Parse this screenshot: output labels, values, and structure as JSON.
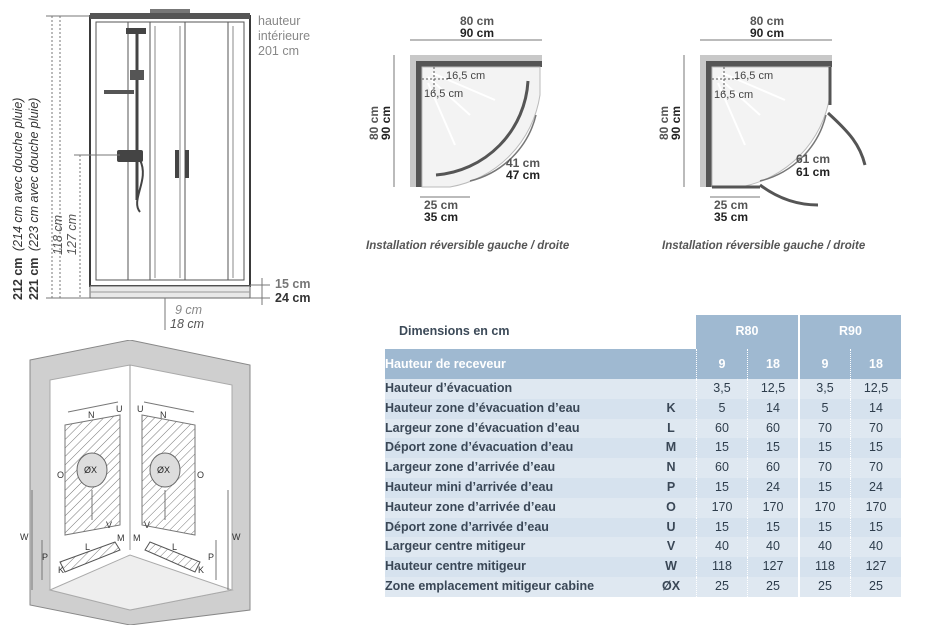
{
  "cabin": {
    "hauteur_label": [
      "hauteur",
      "intérieure",
      "201 cm"
    ],
    "height_a": "212 cm (214 cm avec douche pluie)",
    "height_a_main": "212 cm",
    "height_a_sub": "(214 cm avec douche pluie)",
    "height_b_main": "221 cm",
    "height_b_sub": "(223 cm avec douche pluie)",
    "mixer_h_a": "118 cm",
    "mixer_h_b": "127 cm",
    "tray_h_a": "15 cm",
    "tray_h_b": "24 cm",
    "base_a": "9 cm",
    "base_b": "18 cm"
  },
  "plan_left": {
    "top_a": "80 cm",
    "top_b": "90 cm",
    "side_a": "80 cm",
    "side_b": "90 cm",
    "inner_a": "16,5 cm",
    "inner_b": "16,5 cm",
    "diag_a": "41 cm",
    "diag_b": "47 cm",
    "bottom_a": "25 cm",
    "bottom_b": "35 cm",
    "caption": "Installation réversible gauche / droite"
  },
  "plan_right": {
    "top_a": "80 cm",
    "top_b": "90 cm",
    "side_a": "80 cm",
    "side_b": "90 cm",
    "inner_a": "16,5 cm",
    "inner_b": "16,5 cm",
    "diag_a": "61 cm",
    "diag_b": "61 cm",
    "bottom_a": "25 cm",
    "bottom_b": "35 cm",
    "caption": "Installation réversible gauche / droite"
  },
  "room": {
    "labels": {
      "N": "N",
      "U": "U",
      "O": "O",
      "OX": "ØX",
      "V": "V",
      "L": "L",
      "M": "M",
      "P": "P",
      "K": "K",
      "W": "W"
    }
  },
  "table": {
    "title": "Dimensions en cm",
    "groups": [
      "R80",
      "R90"
    ],
    "band_label": "Hauteur de receveur",
    "band_values": [
      "9",
      "18",
      "9",
      "18"
    ],
    "rows": [
      {
        "label": "Hauteur d’évacuation",
        "letter": "",
        "values": [
          "3,5",
          "12,5",
          "3,5",
          "12,5"
        ]
      },
      {
        "label": "Hauteur zone d’évacuation d’eau",
        "letter": "K",
        "values": [
          "5",
          "14",
          "5",
          "14"
        ]
      },
      {
        "label": "Largeur zone d’évacuation d’eau",
        "letter": "L",
        "values": [
          "60",
          "60",
          "70",
          "70"
        ]
      },
      {
        "label": "Déport zone d’évacuation d’eau",
        "letter": "M",
        "values": [
          "15",
          "15",
          "15",
          "15"
        ]
      },
      {
        "label": "Largeur zone d’arrivée d’eau",
        "letter": "N",
        "values": [
          "60",
          "60",
          "70",
          "70"
        ]
      },
      {
        "label": "Hauteur mini d’arrivée d’eau",
        "letter": "P",
        "values": [
          "15",
          "24",
          "15",
          "24"
        ]
      },
      {
        "label": "Hauteur zone d’arrivée d’eau",
        "letter": "O",
        "values": [
          "170",
          "170",
          "170",
          "170"
        ]
      },
      {
        "label": "Déport zone d’arrivée d’eau",
        "letter": "U",
        "values": [
          "15",
          "15",
          "15",
          "15"
        ]
      },
      {
        "label": "Largeur centre mitigeur",
        "letter": "V",
        "values": [
          "40",
          "40",
          "40",
          "40"
        ]
      },
      {
        "label": "Hauteur centre mitigeur",
        "letter": "W",
        "values": [
          "118",
          "127",
          "118",
          "127"
        ]
      },
      {
        "label": "Zone emplacement mitigeur cabine",
        "letter": "ØX",
        "values": [
          "25",
          "25",
          "25",
          "25"
        ]
      }
    ]
  },
  "colors": {
    "accent": "#9fb9d1",
    "row_light": "#dfe8f1",
    "row_dark": "#d6e2ee",
    "text_dark": "#3a4756"
  }
}
